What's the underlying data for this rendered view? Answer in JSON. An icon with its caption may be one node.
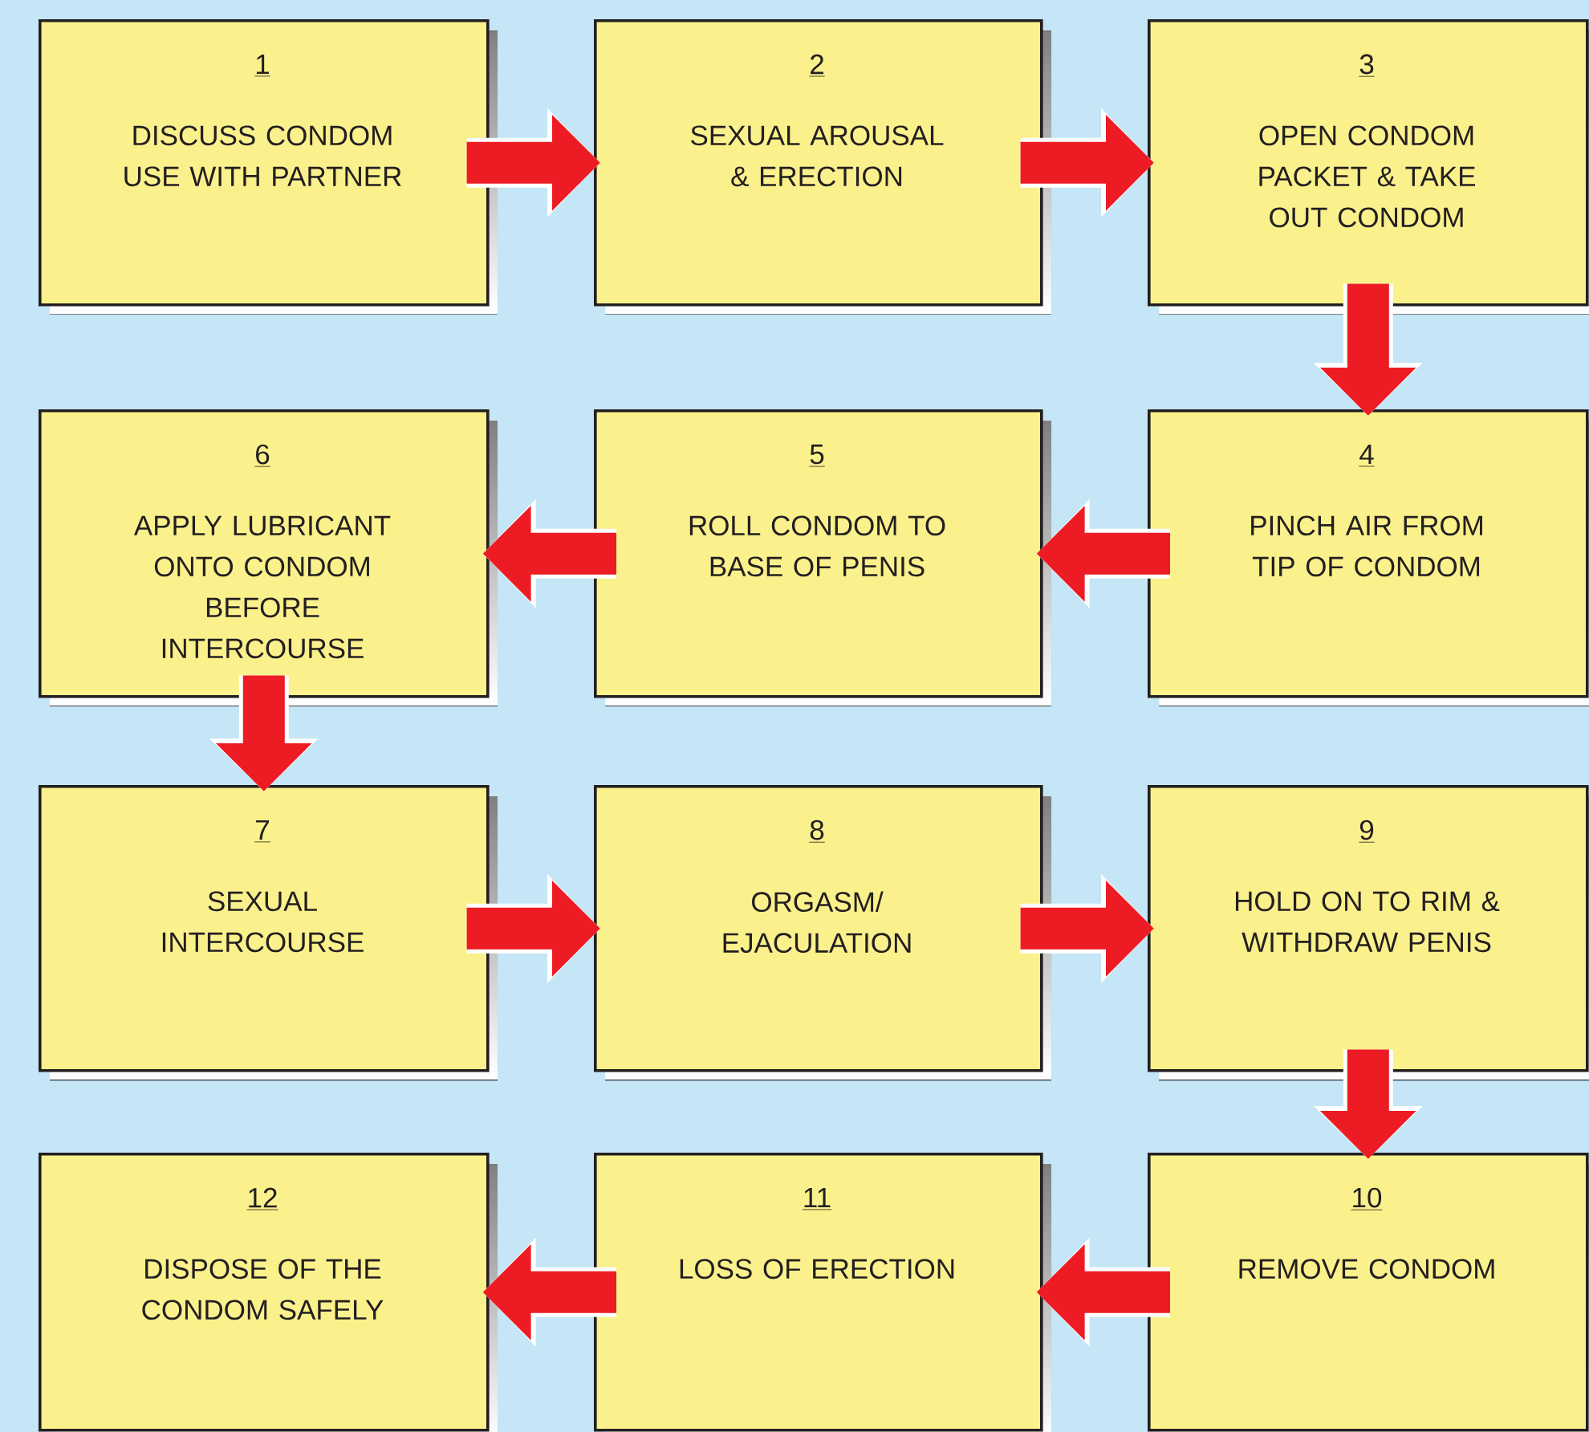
{
  "diagram": {
    "nodes": [
      {
        "text": [
          "1",
          "DISCUSS CONDOM USE WITH PARTNER"
        ]
      },
      {
        "text": [
          "2",
          "SEXUAL AROUSAL & ERECTION"
        ]
      },
      {
        "text": [
          "3",
          "OPEN CONDOM PACKET & TAKE OUT CONDOM"
        ]
      },
      {
        "text": [
          "4",
          "PINCH AIR FROM TIP OF CONDOM"
        ]
      },
      {
        "text": [
          "5",
          "ROLL CONDOM TO BASE OF PENIS"
        ]
      },
      {
        "text": [
          "6",
          "APPLY LUBRICANT ONTO CONDOM BEFORE INTERCOURSE"
        ]
      },
      {
        "text": [
          "7",
          "SEXUAL INTERCOURSE"
        ]
      },
      {
        "text": [
          "8",
          "ORGASM/ EJACULATION"
        ]
      },
      {
        "text": [
          "9",
          "HOLD ON TO RIM & WITHDRAW PENIS"
        ]
      },
      {
        "text": [
          "10",
          "REMOVE CONDOM"
        ]
      },
      {
        "text": [
          "11",
          "LOSS OF ERECTION"
        ]
      },
      {
        "text": [
          "12",
          "DISPOSE OF THE CONDOM SAFELY"
        ]
      }
    ],
    "edges": [
      {
        "from": 0,
        "to": 1,
        "arrow": "to"
      },
      {
        "from": 1,
        "to": 2,
        "arrow": "to"
      },
      {
        "from": 2,
        "to": 3,
        "arrow": "to"
      },
      {
        "from": 3,
        "to": 4,
        "arrow": "to"
      },
      {
        "from": 4,
        "to": 5,
        "arrow": "to"
      },
      {
        "from": 5,
        "to": 6,
        "arrow": "to"
      },
      {
        "from": 6,
        "to": 7,
        "arrow": "to"
      },
      {
        "from": 7,
        "to": 8,
        "arrow": "to"
      },
      {
        "from": 8,
        "to": 9,
        "arrow": "to"
      },
      {
        "from": 9,
        "to": 10,
        "arrow": "to"
      },
      {
        "from": 10,
        "to": 11,
        "arrow": "to"
      }
    ]
  }
}
